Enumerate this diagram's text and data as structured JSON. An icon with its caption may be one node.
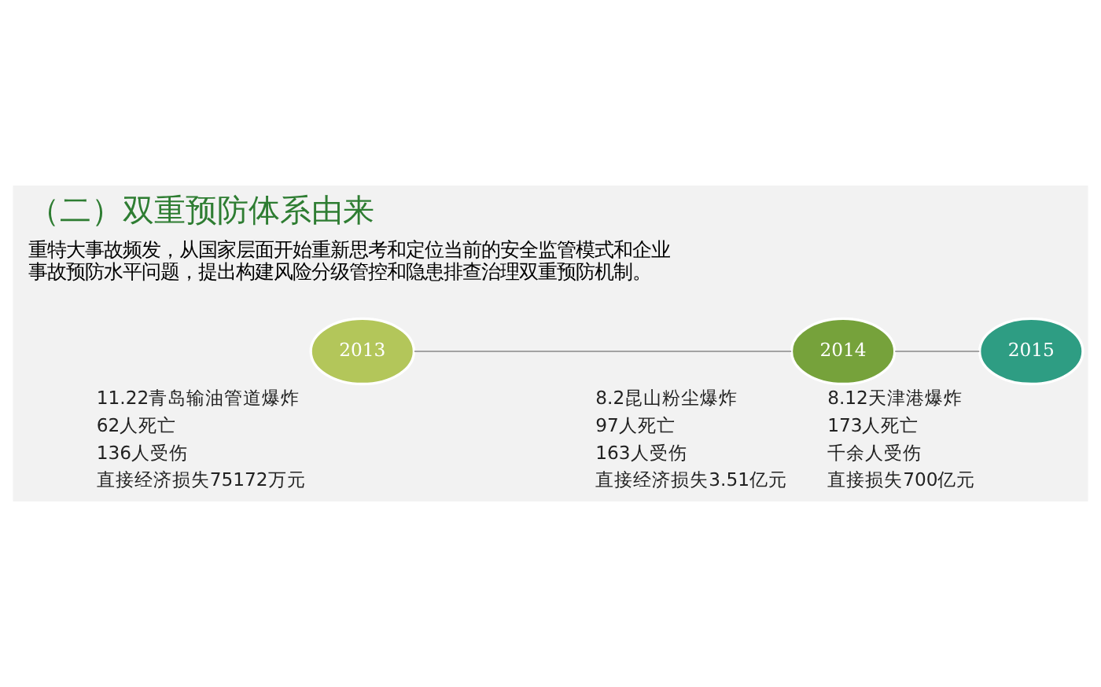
{
  "diagram": {
    "title": "（二）双重预防体系由来",
    "nodes": [
      {
        "text": [
          "2013"
        ],
        "beside": [
          "11.22青岛输油管道爆炸",
          "62人死亡",
          "136人受伤",
          "直接经济损失75172万元"
        ]
      },
      {
        "text": [
          "2014"
        ],
        "beside": [
          "8.2昆山粉尘爆炸",
          "97人死亡",
          "163人受伤",
          "直接经济损失3.51亿元"
        ]
      },
      {
        "text": [
          "2015"
        ],
        "beside": [
          "8.12天津港爆炸",
          "173人死亡",
          "千余人受伤",
          "直接损失700亿元"
        ]
      }
    ],
    "edges": [
      {
        "from": 0,
        "to": 1,
        "arrow": "none"
      },
      {
        "from": 1,
        "to": 2,
        "arrow": "none"
      }
    ],
    "labels": [
      "重特大事故频发，从国家层面开始重新思考和定位当前的安全监管模式和企业事故预防水平问题，提出构建风险分级管控和隐患排查治理双重预防机制。"
    ]
  }
}
